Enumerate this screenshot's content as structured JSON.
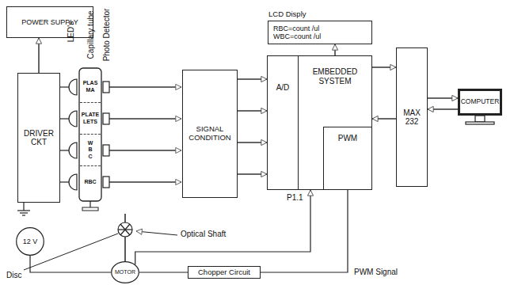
{
  "diagram": {
    "nodes": [
      {
        "text": [
          "POWER SUPPLY"
        ]
      },
      {
        "text": [
          "DRIVER CKT"
        ]
      },
      {
        "text": [
          "PLAS MA"
        ]
      },
      {
        "text": [
          "PLATE LETS"
        ]
      },
      {
        "text": [
          "W B C"
        ]
      },
      {
        "text": [
          "RBC"
        ]
      },
      {
        "text": [
          "SIGNAL CONDITION"
        ]
      },
      {
        "text": [
          "LCD Disply",
          "RBC=count /ul",
          "WBC=count /ul"
        ]
      },
      {
        "text": [
          "A/D"
        ]
      },
      {
        "text": [
          "EMBEDDED SYSTEM"
        ]
      },
      {
        "text": [
          "PWM"
        ],
        "in": 9
      },
      {
        "text": [
          "MAX 232"
        ]
      },
      {
        "text": [
          "COMPUTER"
        ]
      },
      {
        "text": [
          "12 V"
        ]
      },
      {
        "text": [
          "Chopper Circuit"
        ]
      },
      {
        "text": [
          "MOTOR"
        ]
      }
    ],
    "edges": [
      {
        "from": 1,
        "to": 0,
        "arrow": "to"
      },
      {
        "from": 6,
        "to": 8,
        "arrow": "to"
      },
      {
        "from": 6,
        "to": 8,
        "arrow": "to"
      },
      {
        "from": 6,
        "to": 8,
        "arrow": "to"
      },
      {
        "from": 6,
        "to": 8,
        "arrow": "to"
      },
      {
        "from": 9,
        "to": 7,
        "arrow": "to"
      },
      {
        "from": 9,
        "to": 11,
        "arrow": "to"
      },
      {
        "from": 11,
        "to": 9,
        "arrow": "to"
      },
      {
        "from": 11,
        "to": 12,
        "arrow": "to"
      },
      {
        "from": 12,
        "to": 11,
        "arrow": "to"
      },
      {
        "from": 10,
        "to": 14,
        "label": "PWM Signal",
        "arrow": "none"
      },
      {
        "from": 14,
        "to": 15,
        "arrow": "none"
      },
      {
        "from": 15,
        "to": 9,
        "arrow": "to"
      },
      {
        "from": 13,
        "to": 15,
        "arrow": "none"
      }
    ],
    "labels": [
      "LED's",
      "Capillary tube",
      "Photo Detector",
      "P1.1",
      "Optical Shaft",
      "Disc"
    ]
  }
}
